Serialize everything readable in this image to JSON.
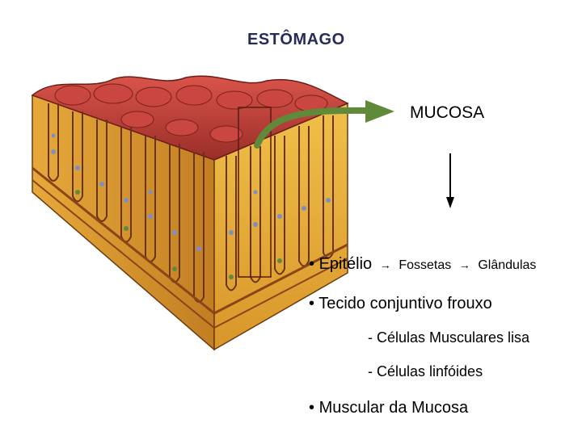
{
  "title": "ESTÔMAGO",
  "mucosa_label": "MUCOSA",
  "items": {
    "epithelium": {
      "bullet": "•",
      "label": "Epitélio",
      "arrow1": "→",
      "sub1": "Fossetas",
      "arrow2": "→",
      "sub2": "Glândulas"
    },
    "connective": {
      "bullet": "•",
      "label": "Tecido conjuntivo frouxo"
    },
    "smooth_muscle": "- Células Musculares lisa",
    "lymphoid": "- Células linfóides",
    "muscularis": {
      "bullet": "•",
      "label": "Muscular da Mucosa"
    }
  },
  "colors": {
    "mucosa_surface": "#c8423a",
    "mucosa_dark": "#8c2a24",
    "tissue_yellow": "#e9b43a",
    "tissue_dark": "#b0621e",
    "gland_blue": "#7b8fc6",
    "arrow_green": "#5f8a3a"
  }
}
